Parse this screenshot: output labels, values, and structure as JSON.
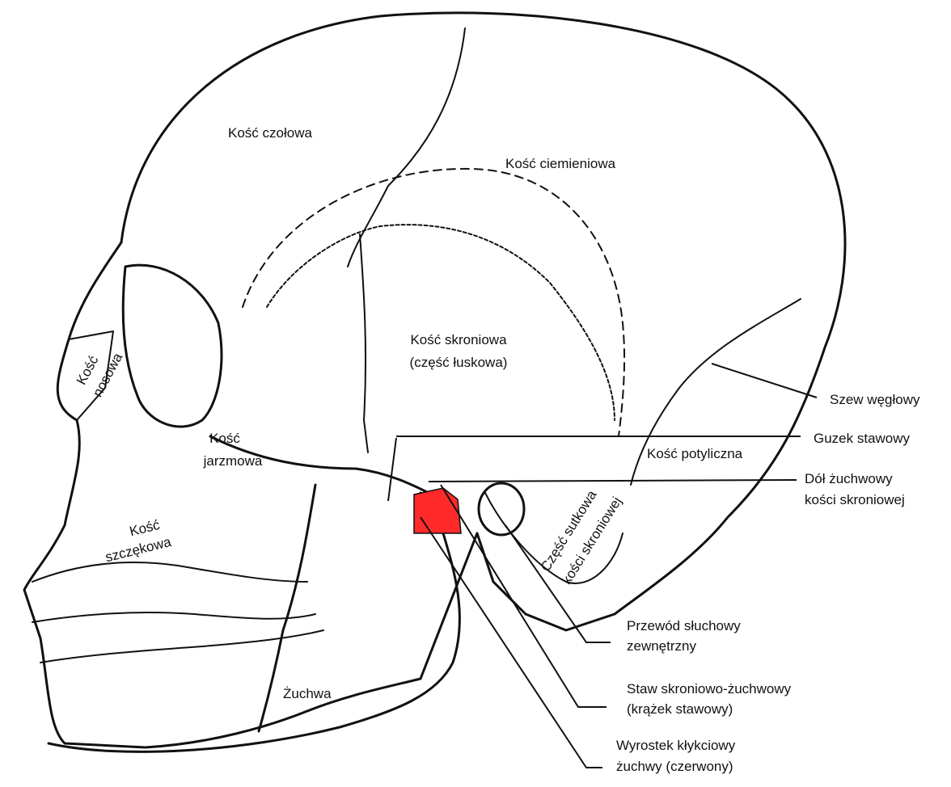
{
  "labels": {
    "frontal": "Kość czołowa",
    "parietal": "Kość ciemieniowa",
    "nasal_1": "Kość",
    "nasal_2": "nosowa",
    "temporal_1": "Kość skroniowa",
    "temporal_2": "(część łuskowa)",
    "zygomatic_1": "Kość",
    "zygomatic_2": "jarzmowa",
    "occipital": "Kość potyliczna",
    "mastoid_1": "Część sutkowa",
    "mastoid_2": "kości skroniowej",
    "maxilla_1": "Kość",
    "maxilla_2": "szczękowa",
    "mandible": "Żuchwa",
    "lambdoid_suture": "Szew węgłowy",
    "articular_tubercle": "Guzek stawowy",
    "mandibular_fossa_1": "Dół żuchwowy",
    "mandibular_fossa_2": "kości skroniowej",
    "ear_canal_1": "Przewód słuchowy",
    "ear_canal_2": "zewnętrzny",
    "tmj_1": "Staw skroniowo-żuchwowy",
    "tmj_2": "(krążek stawowy)",
    "condyle_1": "Wyrostek kłykciowy",
    "condyle_2": "żuchwy (czerwony)"
  },
  "colors": {
    "line": "#111111",
    "condyle_highlight": "#ff2a2a",
    "background": "#ffffff"
  }
}
